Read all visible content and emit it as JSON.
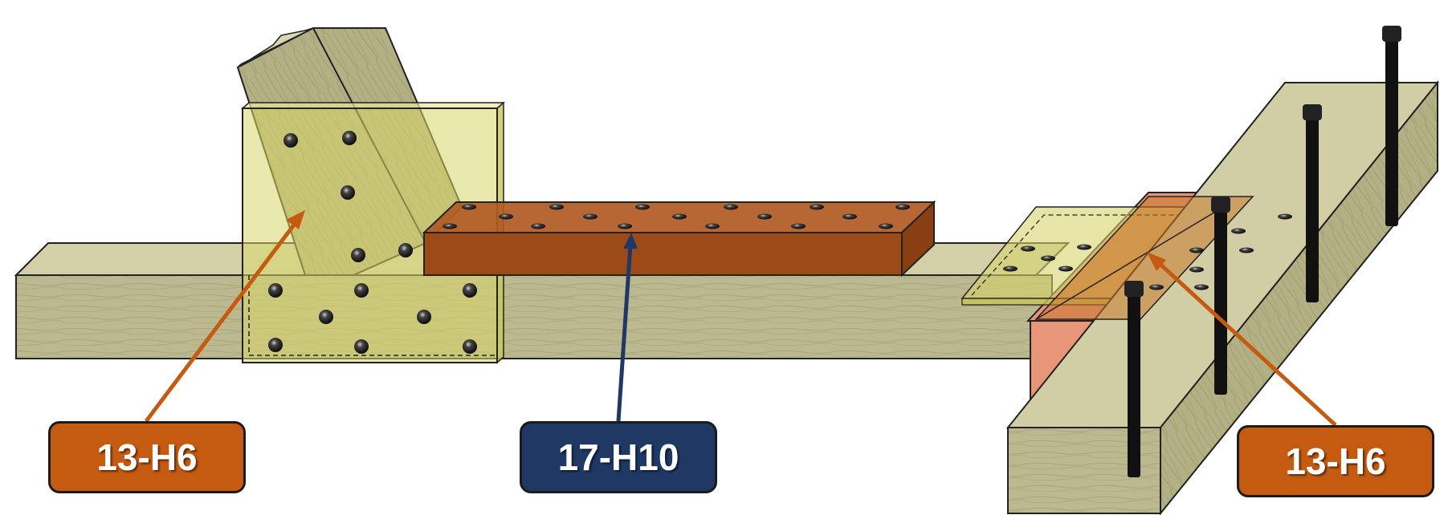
{
  "callouts": {
    "left": {
      "label": "13-H6",
      "color": "#c55a11"
    },
    "middle": {
      "label": "17-H10",
      "color": "#1f3864"
    },
    "right": {
      "label": "13-H6",
      "color": "#c55a11"
    }
  },
  "colors": {
    "wood": "#b8b58c",
    "wood_top": "#d4d1aa",
    "wood_dark": "#8f8a5e",
    "yellow_plate": "#dcdc6e",
    "orange_plate": "#a04f1c",
    "salmon_plate": "#e8967a",
    "rod": "#111111"
  },
  "icons": {
    "bolt_rod": "threaded-rod-icon",
    "screw_head": "screw-head-icon"
  }
}
